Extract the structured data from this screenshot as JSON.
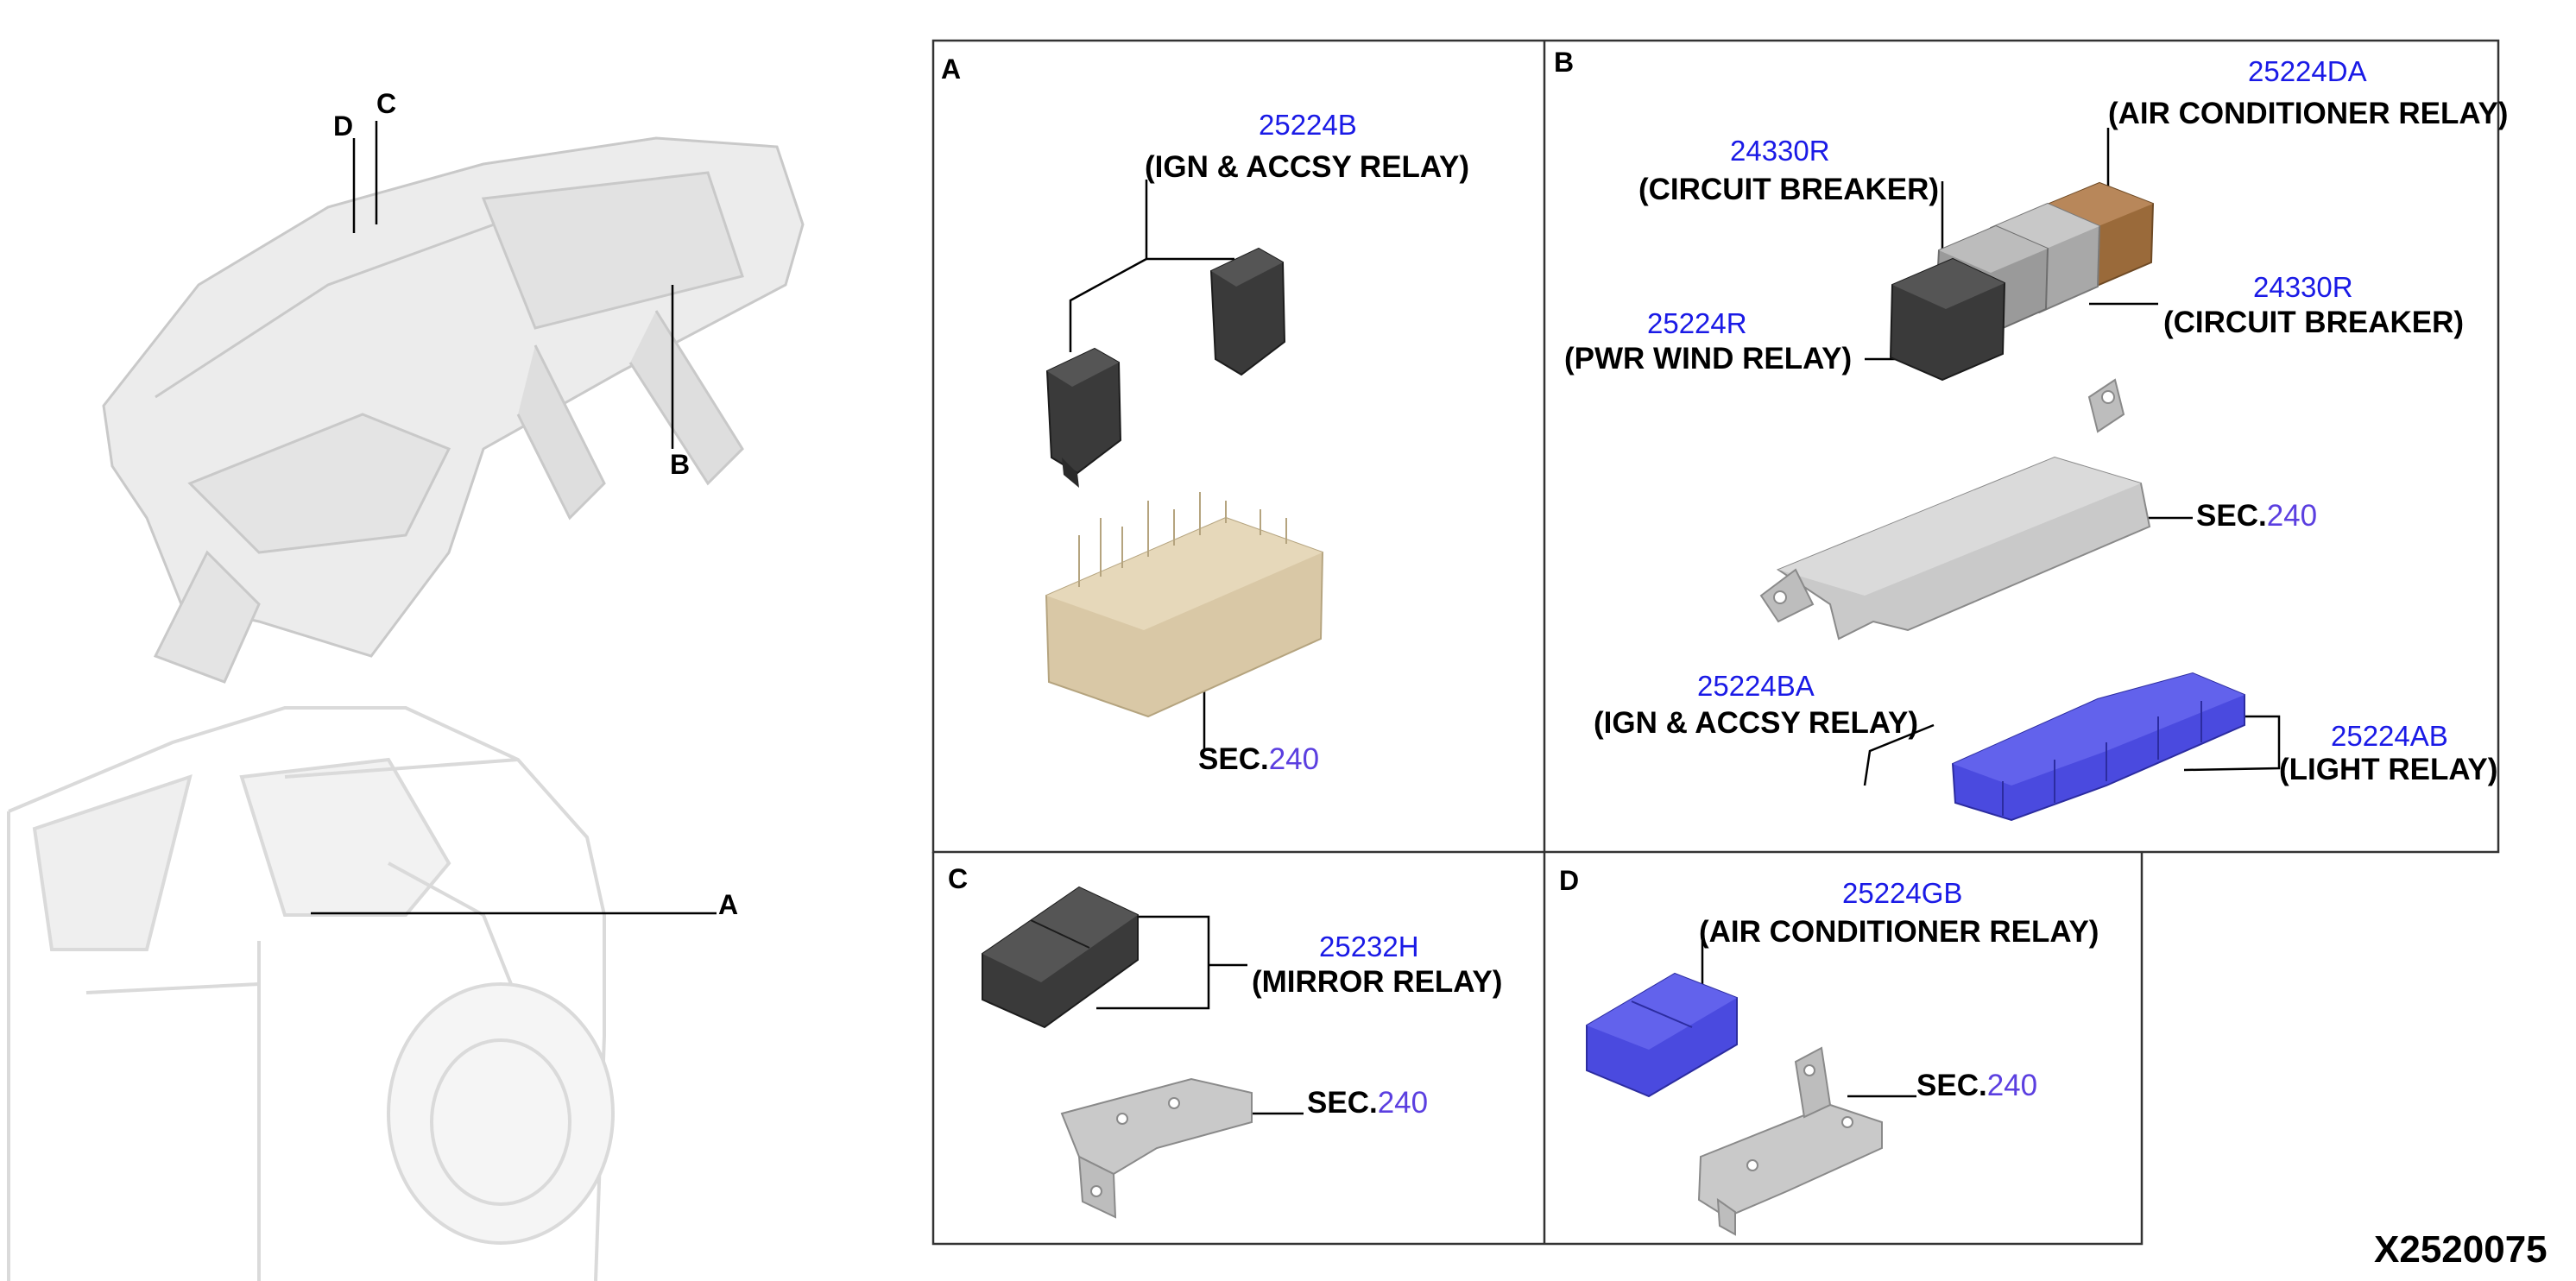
{
  "overview": {
    "labels": [
      "D",
      "C",
      "B",
      "A"
    ]
  },
  "panels": {
    "A": {
      "letter": "A",
      "parts": [
        {
          "pn": "25224B",
          "desc": "(IGN & ACCSY RELAY)"
        }
      ],
      "sec": {
        "prefix": "SEC.",
        "num": "240"
      }
    },
    "B": {
      "letter": "B",
      "parts": [
        {
          "pn": "25224DA",
          "desc": "(AIR CONDITIONER RELAY)"
        },
        {
          "pn": "24330R",
          "desc": "(CIRCUIT BREAKER)"
        },
        {
          "pn": "24330R",
          "desc": "(CIRCUIT BREAKER)"
        },
        {
          "pn": "25224R",
          "desc": "(PWR WIND RELAY)"
        },
        {
          "pn": "25224BA",
          "desc": "(IGN & ACCSY RELAY)"
        },
        {
          "pn": "25224AB",
          "desc": "(LIGHT RELAY)"
        }
      ],
      "sec": {
        "prefix": "SEC.",
        "num": "240"
      }
    },
    "C": {
      "letter": "C",
      "parts": [
        {
          "pn": "25232H",
          "desc": "(MIRROR RELAY)"
        }
      ],
      "sec": {
        "prefix": "SEC.",
        "num": "240"
      }
    },
    "D": {
      "letter": "D",
      "parts": [
        {
          "pn": "25224GB",
          "desc": "(AIR CONDITIONER RELAY)"
        }
      ],
      "sec": {
        "prefix": "SEC.",
        "num": "240"
      }
    }
  },
  "diagram_id": "X2520075",
  "colors": {
    "part_number": "#1a1ae6",
    "section_number": "#5b3fe0",
    "relay_dark": "#3a3a3a",
    "relay_blue": "#4a4adf",
    "relay_brown": "#9a6a3a",
    "breaker_gray": "#9a9a9a",
    "bracket_gray": "#c9c9c9",
    "fuse_block_tan": "#d9c8a6"
  }
}
